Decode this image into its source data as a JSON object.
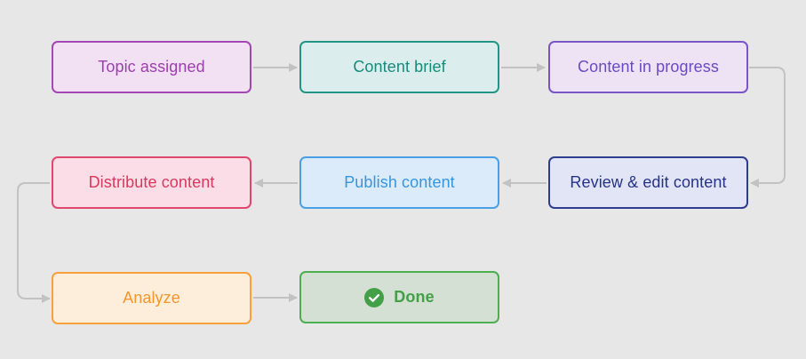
{
  "flow": {
    "nodes": {
      "topic_assigned": "Topic assigned",
      "content_brief": "Content brief",
      "content_in_progress": "Content in progress",
      "review_edit": "Review & edit content",
      "publish": "Publish content",
      "distribute": "Distribute content",
      "analyze": "Analyze",
      "done": "Done"
    },
    "icons": {
      "done": "check-circle-icon"
    },
    "colors": {
      "background": "#e7e7e7",
      "connector": "#c2c2c2",
      "topic_assigned": "#a447b5",
      "content_brief": "#1f9686",
      "content_in_progress": "#7a55c6",
      "review_edit": "#2f3d8e",
      "publish": "#4aa0e6",
      "distribute": "#e0476f",
      "analyze": "#f6a13c",
      "done": "#4caf50"
    }
  }
}
